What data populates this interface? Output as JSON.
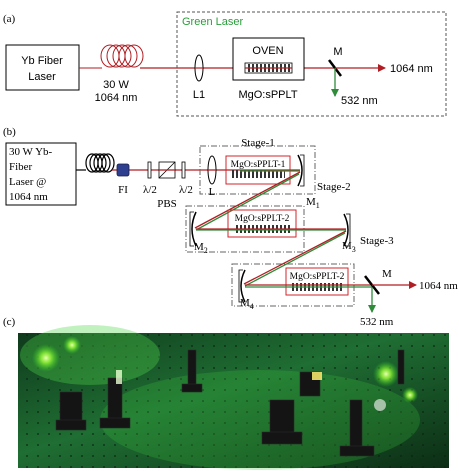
{
  "panel_a": {
    "label": "(a)",
    "source": [
      "Yb Fiber",
      "Laser"
    ],
    "power": "30 W",
    "wavelength_in": "1064 nm",
    "lens": "L1",
    "box_title": "Green Laser",
    "oven": "OVEN",
    "crystal": "MgO:sPPLT",
    "mirror": "M",
    "out_ir": "1064 nm",
    "out_green": "532 nm"
  },
  "panel_b": {
    "label": "(b)",
    "source": [
      "30 W Yb-",
      "Fiber",
      "Laser @",
      "1064 nm"
    ],
    "fi": "FI",
    "hwp1": "λ/2",
    "hwp2": "λ/2",
    "pbs": "PBS",
    "lens": "L",
    "stage1": "Stage-1",
    "stage2": "Stage-2",
    "stage3": "Stage-3",
    "crystal1": "MgO:sPPLT-1",
    "crystal2": "MgO:sPPLT-2",
    "crystal3": "MgO:sPPLT-2",
    "m1": "M",
    "m1_sub": "1",
    "m2": "M",
    "m2_sub": "2",
    "m3": "M",
    "m3_sub": "3",
    "m4": "M",
    "m4_sub": "4",
    "mirror": "M",
    "out_ir": "1064 nm",
    "out_green": "532 nm"
  },
  "panel_c": {
    "label": "(c)"
  },
  "colors": {
    "ir_beam": "#b01e23",
    "green_beam": "#2e8b3a",
    "green_text": "#2a9d3a",
    "fi_blue": "#2f3f8f"
  }
}
